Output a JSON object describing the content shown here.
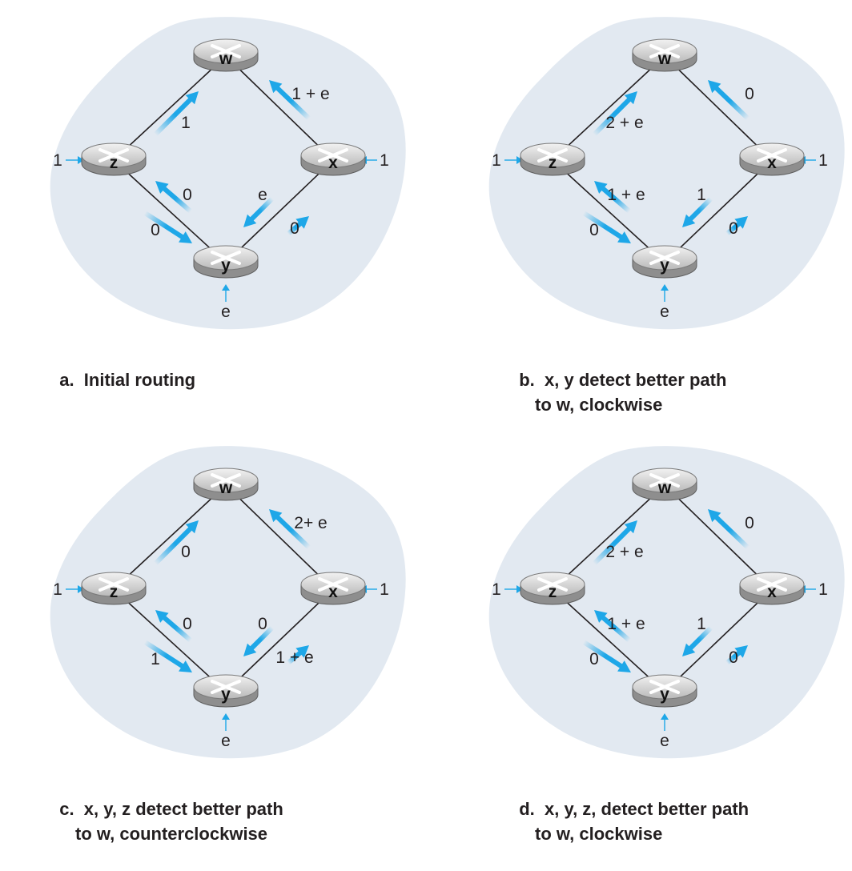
{
  "colors": {
    "blob": "#e2e9f1",
    "arrow": "#1ea7e8",
    "link": "#231f20",
    "text": "#231f20",
    "router_top": "#dcdcdc",
    "router_side": "#8e8e8e"
  },
  "node_labels": {
    "w": "w",
    "x": "x",
    "y": "y",
    "z": "z"
  },
  "panels": [
    {
      "id": "a",
      "caption": [
        "a.  Initial routing"
      ],
      "inputs": {
        "z": "1",
        "x": "1",
        "y": "e"
      },
      "flows": {
        "zw": "1",
        "xw": "1 + e",
        "zy": "0",
        "yz": "0",
        "yx": "0",
        "xy": "e"
      }
    },
    {
      "id": "b",
      "caption": [
        "b.  x, y detect better path",
        "to w, clockwise"
      ],
      "inputs": {
        "z": "1",
        "x": "1",
        "y": "e"
      },
      "flows": {
        "zw": "2 + e",
        "xw": "0",
        "zy": "0",
        "yz": "1 + e",
        "yx": "0",
        "xy": "1"
      }
    },
    {
      "id": "c",
      "caption": [
        "c.  x, y, z detect better path",
        "to w, counterclockwise"
      ],
      "inputs": {
        "z": "1",
        "x": "1",
        "y": "e"
      },
      "flows": {
        "zw": "0",
        "xw": "2+ e",
        "zy": "1",
        "yz": "0",
        "yx": "1 + e",
        "xy": "0"
      }
    },
    {
      "id": "d",
      "caption": [
        "d.  x, y, z, detect better path",
        "to w, clockwise"
      ],
      "inputs": {
        "z": "1",
        "x": "1",
        "y": "e"
      },
      "flows": {
        "zw": "2 + e",
        "xw": "0",
        "zy": "0",
        "yz": "1 + e",
        "yx": "0",
        "xy": "1"
      }
    }
  ]
}
